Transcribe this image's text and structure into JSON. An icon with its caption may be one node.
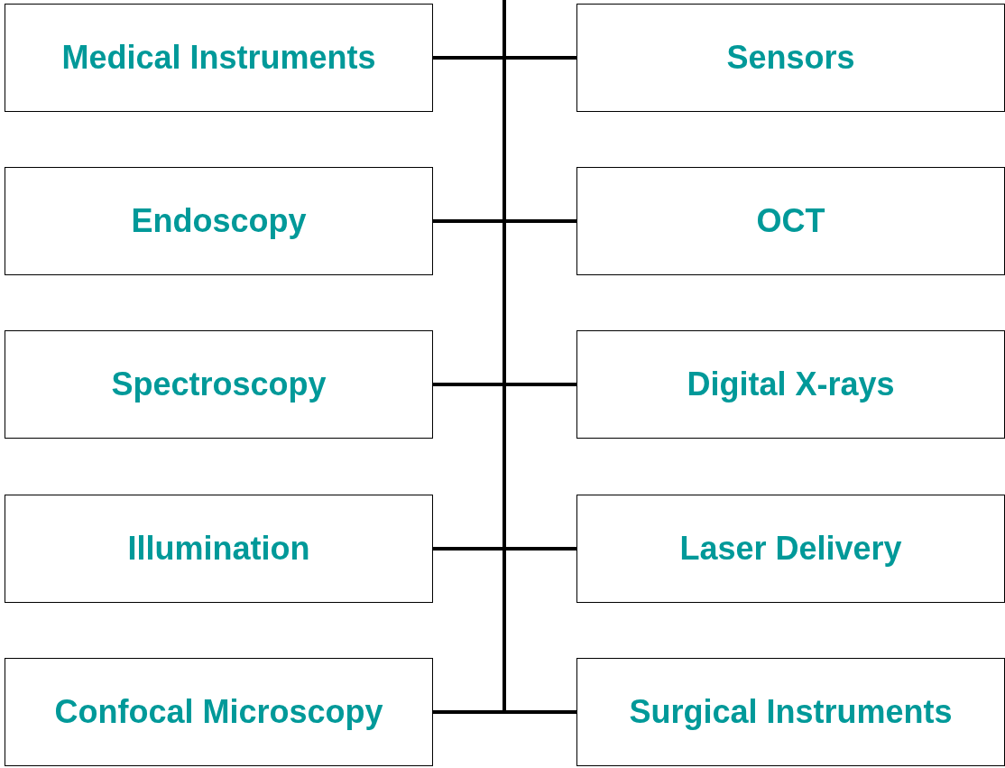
{
  "diagram": {
    "nodes": [
      {
        "text": [
          "Medical Instruments"
        ]
      },
      {
        "text": [
          "Sensors"
        ]
      },
      {
        "text": [
          "Endoscopy"
        ]
      },
      {
        "text": [
          "OCT"
        ]
      },
      {
        "text": [
          "Spectroscopy"
        ]
      },
      {
        "text": [
          "Digital X-rays"
        ]
      },
      {
        "text": [
          "Illumination"
        ]
      },
      {
        "text": [
          "Laser Delivery"
        ]
      },
      {
        "text": [
          "Confocal Microscopy"
        ]
      },
      {
        "text": [
          "Surgical Instruments"
        ]
      }
    ],
    "edges": [
      {
        "from": null,
        "to": 0,
        "arrow": "none"
      },
      {
        "from": null,
        "to": 1,
        "arrow": "none"
      },
      {
        "from": null,
        "to": 2,
        "arrow": "none"
      },
      {
        "from": null,
        "to": 3,
        "arrow": "none"
      },
      {
        "from": null,
        "to": 4,
        "arrow": "none"
      },
      {
        "from": null,
        "to": 5,
        "arrow": "none"
      },
      {
        "from": null,
        "to": 6,
        "arrow": "none"
      },
      {
        "from": null,
        "to": 7,
        "arrow": "none"
      },
      {
        "from": null,
        "to": 8,
        "arrow": "none"
      },
      {
        "from": null,
        "to": 9,
        "arrow": "none"
      }
    ]
  }
}
